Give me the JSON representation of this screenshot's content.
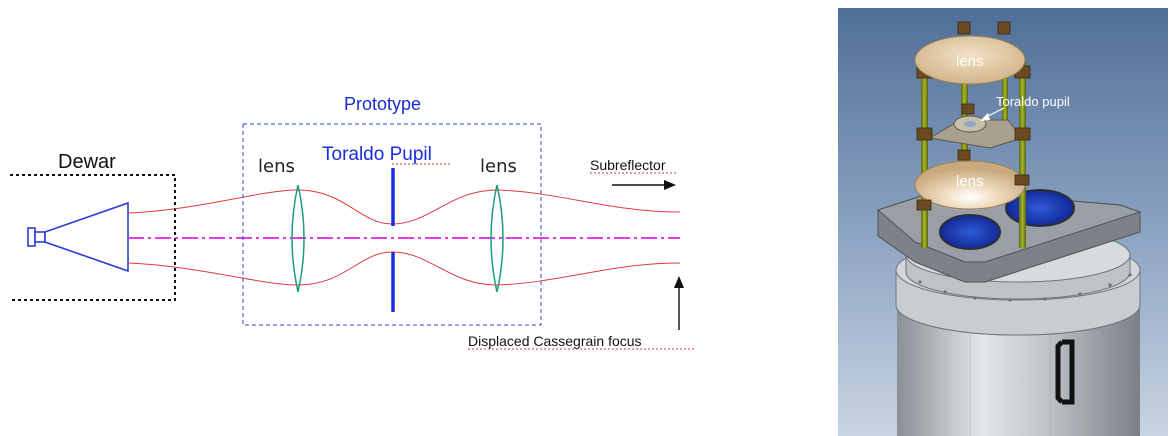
{
  "schematic": {
    "dewar_label": "Dewar",
    "prototype_label": "Prototype",
    "toraldo_label": "Toraldo Pupil",
    "lens_left_label": "lens",
    "lens_right_label": "lens",
    "subreflector_label": "Subreflector",
    "cassegrain_label": "Displaced Cassegrain focus"
  },
  "render": {
    "lens_top_label": "lens",
    "lens_bottom_label": "lens",
    "toraldo_label": "Toraldo pupil"
  },
  "colors": {
    "beam": "#e0393d",
    "axis": "#e020e0",
    "lens": "#1f9b7f",
    "horn": "#2a3fd6",
    "pupil": "#1a2ee0",
    "prototype_box": "#3344cc",
    "prototype_text": "#1a2ccc"
  }
}
